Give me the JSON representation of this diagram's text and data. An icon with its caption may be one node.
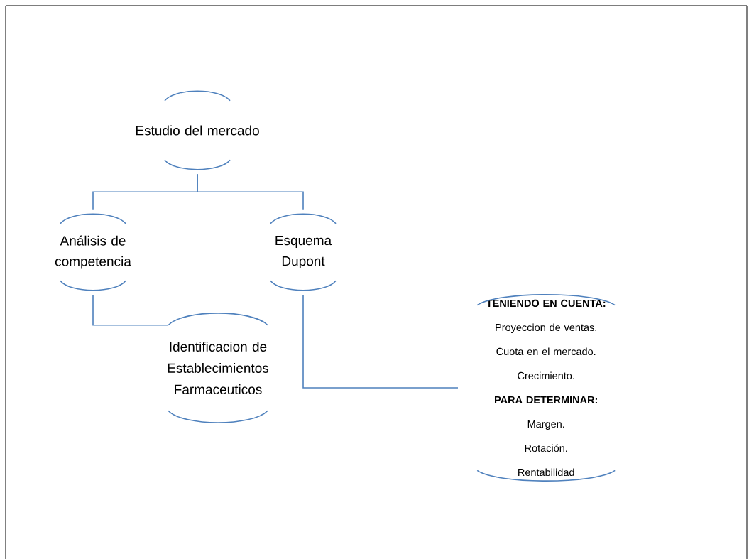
{
  "diagram": {
    "nodes": [
      {
        "text": [
          "Estudio del mercado"
        ]
      },
      {
        "text": [
          "Análisis de competencia"
        ]
      },
      {
        "text": [
          "Esquema Dupont"
        ]
      },
      {
        "text": [
          "Identificacion de Establecimientos Farmaceuticos"
        ]
      },
      {
        "text": [
          "TENIENDO EN CUENTA:",
          "Proyeccion de ventas.",
          "Cuota en el mercado.",
          "Crecimiento.",
          "PARA DETERMINAR:",
          "Margen.",
          "Rotación.",
          "Rentabilidad"
        ]
      }
    ],
    "edges": [
      {
        "from": 0,
        "to": 1,
        "arrow": "none"
      },
      {
        "from": 0,
        "to": 2,
        "arrow": "none"
      },
      {
        "from": 1,
        "to": 3,
        "arrow": "none"
      },
      {
        "from": 2,
        "to": 4,
        "arrow": "none"
      }
    ]
  }
}
